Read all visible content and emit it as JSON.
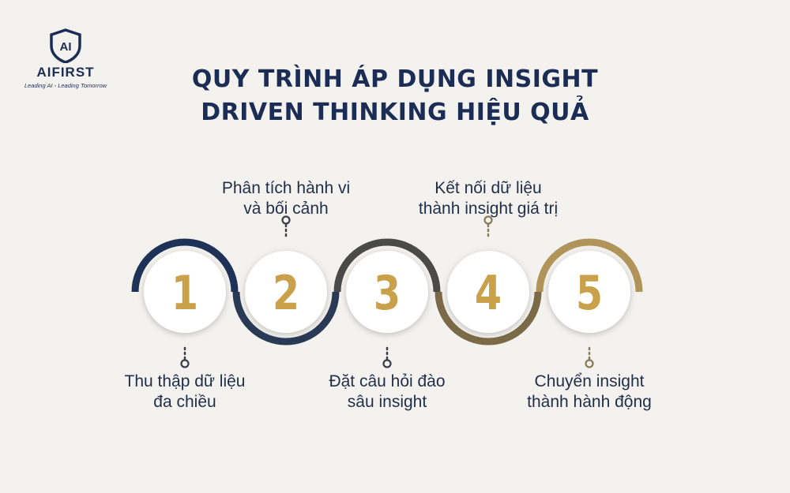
{
  "brand": {
    "logo_mark": "AI",
    "name": "AIFIRST",
    "tagline": "Leading AI - Leading Tomorrow",
    "navy": "#1c2d55"
  },
  "title": {
    "line1": "QUY TRÌNH ÁP DỤNG INSIGHT",
    "line2": "DRIVEN THINKING HIỆU QUẢ"
  },
  "steps": [
    {
      "number": "1",
      "line1": "Thu thập dữ liệu",
      "line2": "đa chiều",
      "label_position": "below",
      "arc": "top",
      "ring_color": "#1e3257"
    },
    {
      "number": "2",
      "line1": "Phân tích hành vi",
      "line2": "và bối cảnh",
      "label_position": "above",
      "arc": "bottom",
      "ring_color": "#2a3a55"
    },
    {
      "number": "3",
      "line1": "Đặt câu hỏi đào",
      "line2": "sâu insight",
      "label_position": "below",
      "arc": "top",
      "ring_color": "#4a4a48"
    },
    {
      "number": "4",
      "line1": "Kết nối dữ liệu",
      "line2": "thành insight giá trị",
      "label_position": "above",
      "arc": "bottom",
      "ring_color": "#7a6a48"
    },
    {
      "number": "5",
      "line1": "Chuyển insight",
      "line2": "thành hành động",
      "label_position": "below",
      "arc": "top",
      "ring_color": "#b0945a"
    }
  ],
  "number_color": "#c9a14a"
}
